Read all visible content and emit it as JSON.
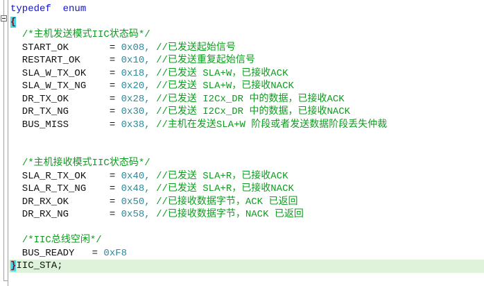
{
  "editor": {
    "language": "c",
    "type_name": "IIC_STA",
    "colors": {
      "background": "#ffffff",
      "text": "#111111",
      "keyword": "#1111dd",
      "number": "#2b8a9b",
      "comment": "#0f9b1f",
      "brace": "#801010",
      "brace_match_bg": "#4cd7e8",
      "current_line_bg": "#dff3da",
      "gutter_line": "#a0a0a0"
    },
    "gutter": {
      "fold_icon": "minus-box",
      "fold_state": "expanded"
    },
    "lines": [
      {
        "segments": [
          {
            "t": "kw",
            "s": "typedef  enum"
          }
        ]
      },
      {
        "segments": [
          {
            "t": "brace",
            "s": "{"
          }
        ]
      },
      {
        "segments": [
          {
            "t": "pl",
            "s": "  "
          },
          {
            "t": "cm",
            "s": "/*主机发送模式IIC状态码*/"
          }
        ]
      },
      {
        "segments": [
          {
            "t": "pl",
            "s": "  START_OK       = "
          },
          {
            "t": "num",
            "s": "0x08,"
          },
          {
            "t": "pl",
            "s": " "
          },
          {
            "t": "cm",
            "s": "//已发送起始信号"
          }
        ]
      },
      {
        "segments": [
          {
            "t": "pl",
            "s": "  RESTART_OK     = "
          },
          {
            "t": "num",
            "s": "0x10,"
          },
          {
            "t": "pl",
            "s": " "
          },
          {
            "t": "cm",
            "s": "//已发送重复起始信号"
          }
        ]
      },
      {
        "segments": [
          {
            "t": "pl",
            "s": "  SLA_W_TX_OK    = "
          },
          {
            "t": "num",
            "s": "0x18,"
          },
          {
            "t": "pl",
            "s": " "
          },
          {
            "t": "cm",
            "s": "//已发送 SLA+W，已接收ACK"
          }
        ]
      },
      {
        "segments": [
          {
            "t": "pl",
            "s": "  SLA_W_TX_NG    = "
          },
          {
            "t": "num",
            "s": "0x20,"
          },
          {
            "t": "pl",
            "s": " "
          },
          {
            "t": "cm",
            "s": "//已发送 SLA+W，已接收NACK"
          }
        ]
      },
      {
        "segments": [
          {
            "t": "pl",
            "s": "  DR_TX_OK       = "
          },
          {
            "t": "num",
            "s": "0x28,"
          },
          {
            "t": "pl",
            "s": " "
          },
          {
            "t": "cm",
            "s": "//已发送 I2Cx_DR 中的数据，已接收ACK"
          }
        ]
      },
      {
        "segments": [
          {
            "t": "pl",
            "s": "  DR_TX_NG       = "
          },
          {
            "t": "num",
            "s": "0x30,"
          },
          {
            "t": "pl",
            "s": " "
          },
          {
            "t": "cm",
            "s": "//已发送 I2Cx_DR 中的数据，已接收NACK"
          }
        ]
      },
      {
        "segments": [
          {
            "t": "pl",
            "s": "  BUS_MISS       = "
          },
          {
            "t": "num",
            "s": "0x38,"
          },
          {
            "t": "pl",
            "s": " "
          },
          {
            "t": "cm",
            "s": "//主机在发送SLA+W 阶段或者发送数据阶段丢失仲裁"
          }
        ]
      },
      {
        "segments": []
      },
      {
        "segments": []
      },
      {
        "segments": [
          {
            "t": "pl",
            "s": "  "
          },
          {
            "t": "cm",
            "s": "/*主机接收模式IIC状态码*/"
          }
        ]
      },
      {
        "segments": [
          {
            "t": "pl",
            "s": "  SLA_R_TX_OK    = "
          },
          {
            "t": "num",
            "s": "0x40,"
          },
          {
            "t": "pl",
            "s": " "
          },
          {
            "t": "cm",
            "s": "//已发送 SLA+R，已接收ACK"
          }
        ]
      },
      {
        "segments": [
          {
            "t": "pl",
            "s": "  SLA_R_TX_NG    = "
          },
          {
            "t": "num",
            "s": "0x48,"
          },
          {
            "t": "pl",
            "s": " "
          },
          {
            "t": "cm",
            "s": "//已发送 SLA+R，已接收NACK"
          }
        ]
      },
      {
        "segments": [
          {
            "t": "pl",
            "s": "  DR_RX_OK       = "
          },
          {
            "t": "num",
            "s": "0x50,"
          },
          {
            "t": "pl",
            "s": " "
          },
          {
            "t": "cm",
            "s": "//已接收数据字节，ACK 已返回"
          }
        ]
      },
      {
        "segments": [
          {
            "t": "pl",
            "s": "  DR_RX_NG       = "
          },
          {
            "t": "num",
            "s": "0x58,"
          },
          {
            "t": "pl",
            "s": " "
          },
          {
            "t": "cm",
            "s": "//已接收数据字节，NACK 已返回"
          }
        ]
      },
      {
        "segments": []
      },
      {
        "segments": [
          {
            "t": "pl",
            "s": "  "
          },
          {
            "t": "cm",
            "s": "/*IIC总线空闲*/"
          }
        ]
      },
      {
        "segments": [
          {
            "t": "pl",
            "s": "  BUS_READY   = "
          },
          {
            "t": "num",
            "s": "0xF8"
          }
        ]
      },
      {
        "current": true,
        "segments": [
          {
            "t": "brace",
            "s": "}"
          },
          {
            "t": "pl",
            "s": "IIC_STA;"
          }
        ]
      },
      {
        "segments": []
      }
    ]
  }
}
